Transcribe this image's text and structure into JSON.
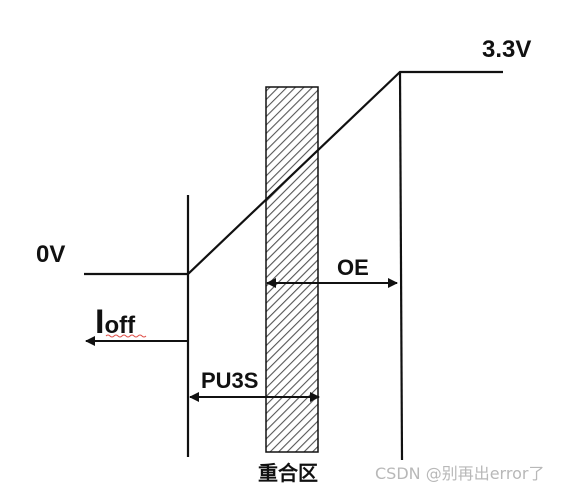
{
  "labels": {
    "v_high": "3.3V",
    "v_low": "0V",
    "ioff_main": "I",
    "ioff_sub": "off",
    "oe": "OE",
    "pu3s": "PU3S",
    "overlap": "重合区"
  },
  "watermark": "CSDN @别再出error了",
  "colors": {
    "line": "#111111",
    "hatch": "#555555",
    "squiggle": "#e0504a",
    "watermark": "#b8b8b8"
  }
}
